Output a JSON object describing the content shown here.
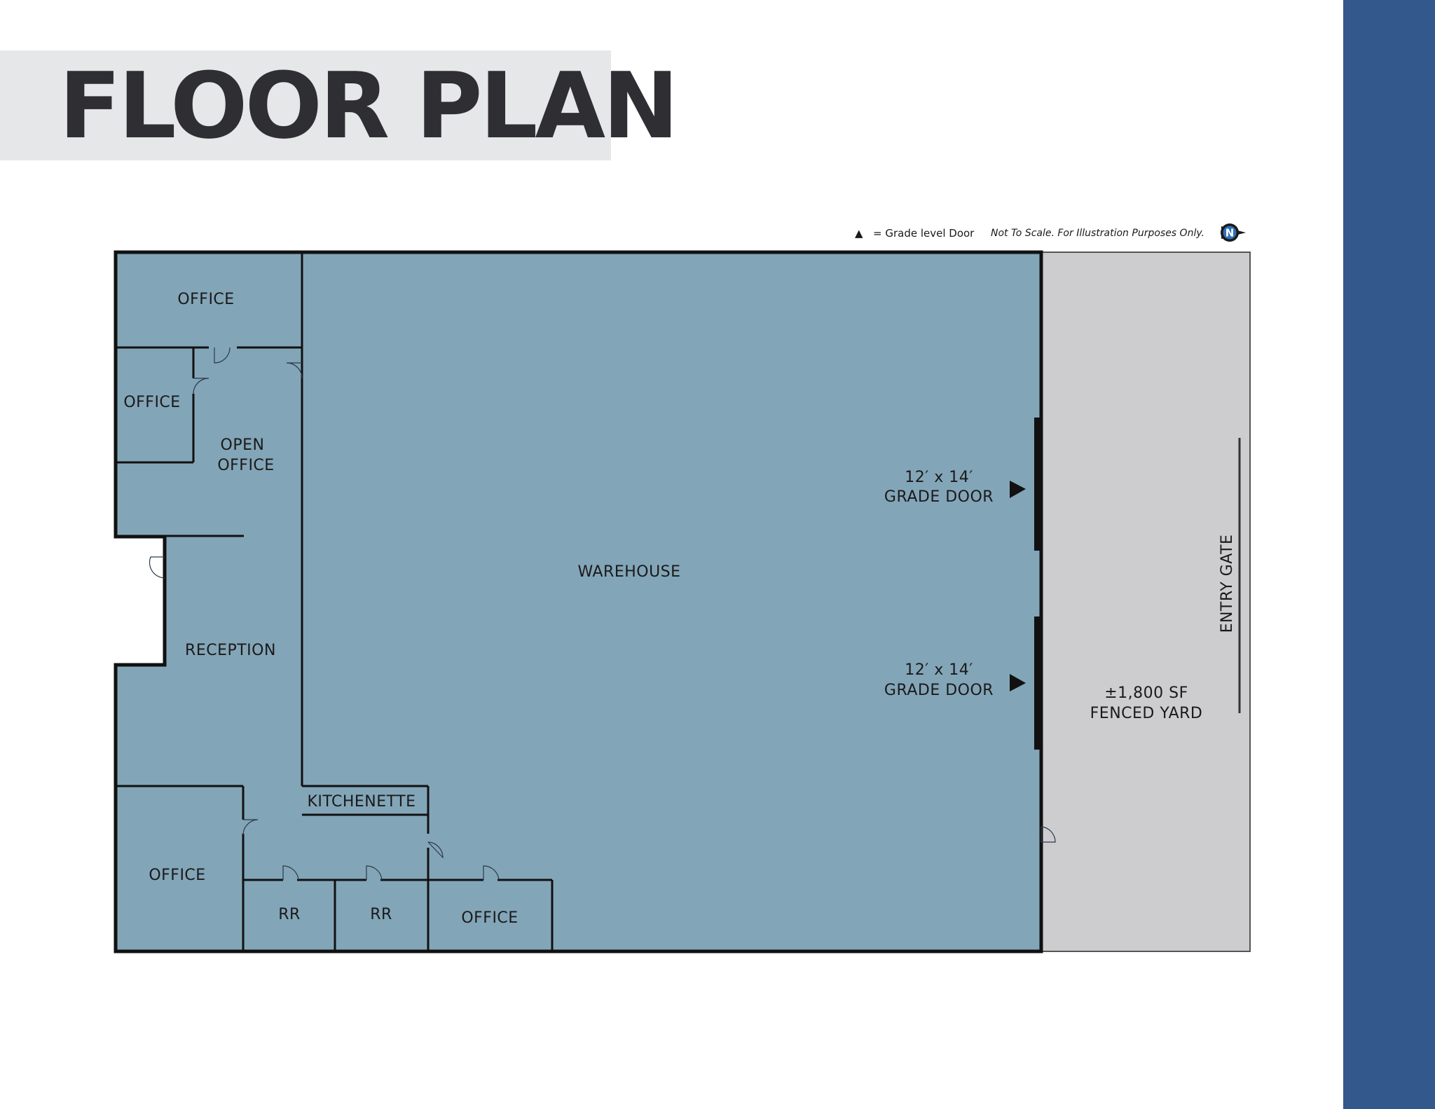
{
  "title": "FLOOR PLAN",
  "legend": {
    "symbol": "▲",
    "text": "= Grade level Door",
    "note": "Not To Scale. For Illustration Purposes Only.",
    "compass": "N"
  },
  "rooms": {
    "office_top_left": "OFFICE",
    "office_left": "OFFICE",
    "open_office_line1": "OPEN",
    "open_office_line2": "OFFICE",
    "reception": "RECEPTION",
    "warehouse": "WAREHOUSE",
    "kitchenette": "KITCHENETTE",
    "office_bottom_left": "OFFICE",
    "rr_1": "RR",
    "rr_2": "RR",
    "office_bottom": "OFFICE"
  },
  "grade_doors": [
    {
      "size": "12′ x 14′",
      "label": "GRADE DOOR"
    },
    {
      "size": "12′ x 14′",
      "label": "GRADE DOOR"
    }
  ],
  "yard": {
    "area": "±1,800 SF",
    "label": "FENCED YARD",
    "gate": "ENTRY GATE"
  },
  "colors": {
    "interior": "#83a5b8",
    "yard": "#cdcdcf",
    "title_band": "#e6e7e8",
    "title_text": "#2f2f33",
    "side_bar": "#33598c"
  }
}
